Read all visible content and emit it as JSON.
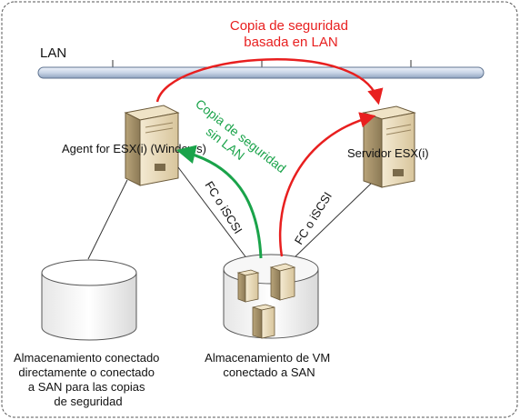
{
  "lan_label": "LAN",
  "lan_backup_label_line1": "Copia de seguridad",
  "lan_backup_label_line2": "basada en LAN",
  "lanfree_label_line1": "Copia de seguridad",
  "lanfree_label_line2": "sin LAN",
  "agent_label": "Agent for ESX(i) (Windows)",
  "server_label": "Servidor ESX(i)",
  "fc_left_label": "FC o iSCSI",
  "fc_right_label": "FC o iSCSI",
  "das_label": [
    "Almacenamiento conectado",
    "directamente o conectado",
    "a SAN para las copias",
    "de seguridad"
  ],
  "vm_storage_label": [
    "Almacenamiento de VM",
    "conectado a SAN"
  ],
  "colors": {
    "lan_red": "#e81f1f",
    "lanfree_green": "#1aa34a",
    "lan_bar": "#c9d5e6"
  }
}
